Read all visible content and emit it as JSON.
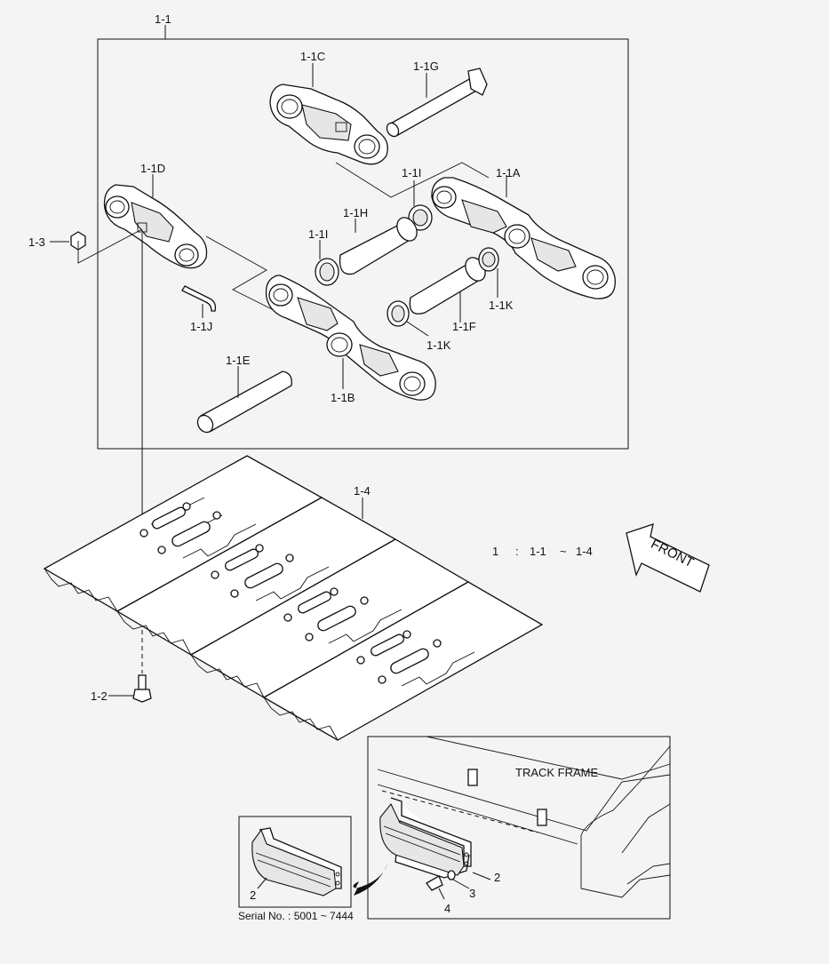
{
  "diagram": {
    "labels": {
      "main_assembly": "1-1",
      "link_c": "1-1C",
      "pin_g": "1-1G",
      "link_d": "1-1D",
      "seal_i_top": "1-1I",
      "link_a": "1-1A",
      "nut": "1-3",
      "bushing_h": "1-1H",
      "seal_i_mid": "1-1I",
      "pin_j": "1-1J",
      "bushing_f": "1-1F",
      "seal_k_right": "1-1K",
      "seal_k_left": "1-1K",
      "pin_e": "1-1E",
      "link_b": "1-1B",
      "shoe": "1-4",
      "bolt": "1-2",
      "guard_detail_bracket": "2",
      "guard_bracket": "2",
      "washer": "3",
      "guard_bolt": "4"
    },
    "assembly_note": {
      "number": "1",
      "colon": ":",
      "from": "1-1",
      "tilde": "~",
      "to": "1-4"
    },
    "front_arrow": "FRONT",
    "track_frame": "TRACK FRAME",
    "serial_note": "Serial No. : 5001 ~ 7444"
  }
}
